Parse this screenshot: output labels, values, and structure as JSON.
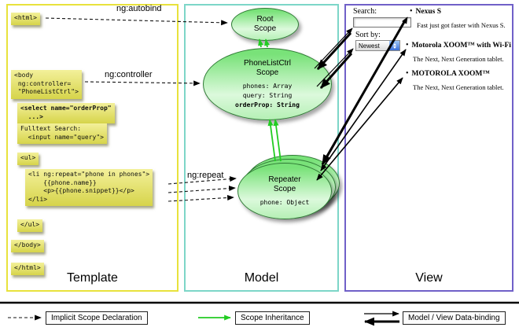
{
  "template_panel": {
    "label": "Template",
    "code_blocks": {
      "html_open": "<html>",
      "body_open": "<body\n ng:controller=\n \"PhoneListCtrl\">",
      "select_block": "<select name=\"orderProp\"\n  ...>",
      "fulltext_block": "Fulltext Search:\n  <input name=\"query\">",
      "ul_open": "<ul>",
      "li_repeat": "<li ng:repeat=\"phone in phones\">\n    {{phone.name}}\n    <p>{{phone.snippet}}</p>\n</li>",
      "ul_close": "</ul>",
      "body_close": "</body>",
      "html_close": "</html>"
    }
  },
  "model_panel": {
    "label": "Model",
    "root_scope": {
      "title": "Root",
      "subtitle": "Scope"
    },
    "phonelist_scope": {
      "title": "PhoneListCtrl",
      "subtitle": "Scope",
      "prop_phones": "phones: Array",
      "prop_query": "query: String",
      "prop_orderprop": "orderProp: String"
    },
    "repeater_scope": {
      "title": "Repeater",
      "subtitle": "Scope",
      "prop_phone": "phone: Object"
    }
  },
  "view_panel": {
    "label": "View",
    "search_label": "Search:",
    "sort_label": "Sort by:",
    "sort_value": "Newest",
    "items": [
      {
        "title": "Nexus S",
        "desc": "Fast just got faster with Nexus S."
      },
      {
        "title": "Motorola XOOM™ with Wi-Fi",
        "desc": "The Next, Next Generation tablet."
      },
      {
        "title": "MOTOROLA XOOM™",
        "desc": "The Next, Next Generation tablet."
      }
    ]
  },
  "annotations": {
    "autobind": "ng:autobind",
    "controller": "ng:controller",
    "repeat": "ng:repeat"
  },
  "legend": {
    "implicit": "Implicit Scope Declaration",
    "inheritance": "Scope Inheritance",
    "databinding": "Model / View Data-binding"
  },
  "colors": {
    "template_border": "#e8e23c",
    "model_border": "#7dd6c8",
    "view_border": "#7060c8",
    "code_highlight": "#e3e05a",
    "scope_green": "#86e886",
    "inheritance_green": "#22cc22"
  }
}
